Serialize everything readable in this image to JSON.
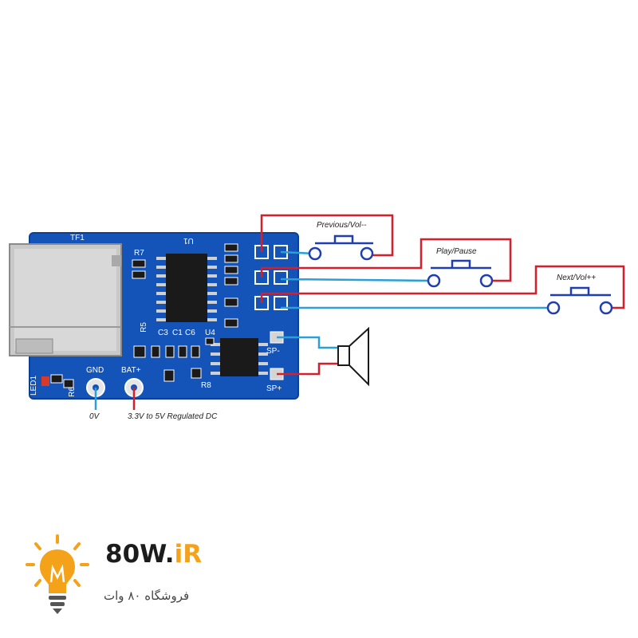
{
  "board": {
    "silkscreen": {
      "tf": "TF1",
      "u1": "U1",
      "r7": "R7",
      "r5": "R5",
      "c3": "C3",
      "c1": "C1",
      "c6": "C6",
      "u4": "U4",
      "r8": "R8",
      "gnd": "GND",
      "bat": "BAT+",
      "led": "LED1",
      "r6": "R6",
      "sp_minus": "SP-",
      "sp_plus": "SP+"
    }
  },
  "buttons": {
    "previous": "Previous/Vol--",
    "play": "Play/Pause",
    "next": "Next/Vol++"
  },
  "power": {
    "gnd_label": "0V",
    "bat_label": "3.3V to 5V Regulated DC"
  },
  "logo": {
    "brand_main": "80W.",
    "brand_accent": "iR",
    "tagline": "فروشگاه ۸۰ وات"
  },
  "colors": {
    "pcb": "#1453b8",
    "wire_red": "#d81e2b",
    "wire_blue": "#2b9fd8",
    "button_blue": "#1f3fb0",
    "accent": "#f4a21a"
  }
}
